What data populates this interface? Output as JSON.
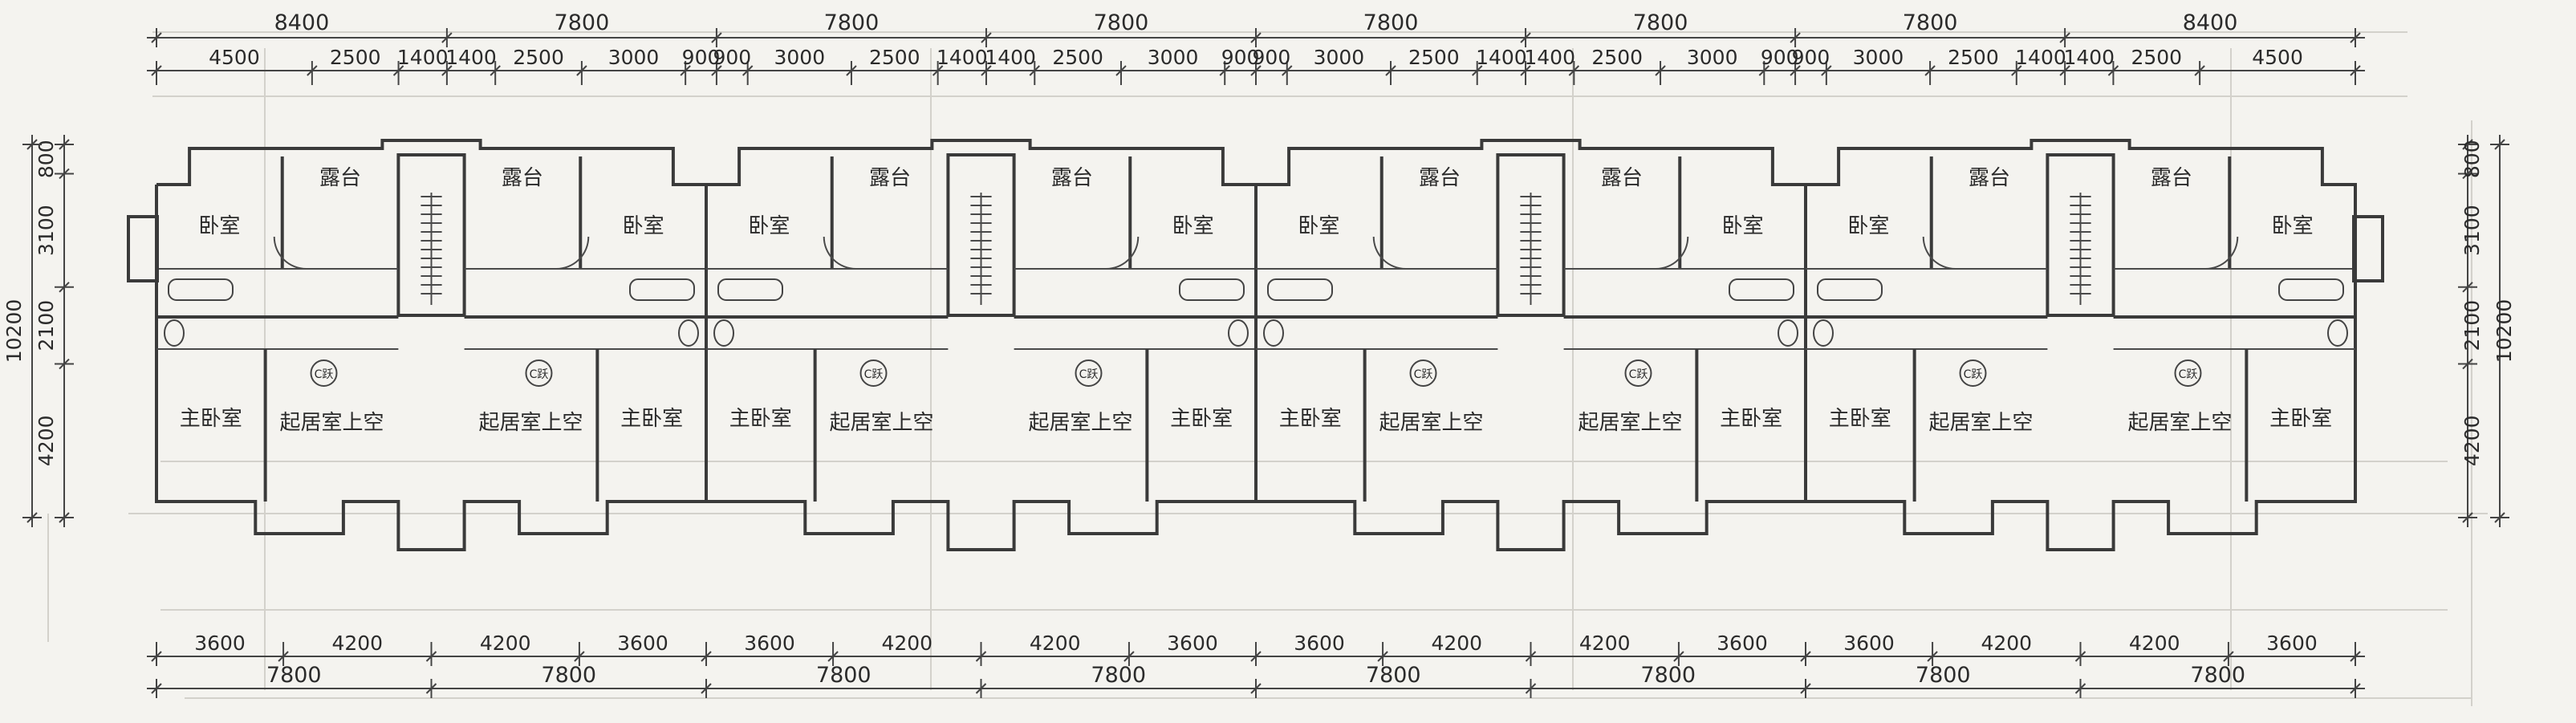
{
  "dimensions": {
    "top_overall": [
      "8400",
      "7800",
      "7800",
      "7800",
      "7800",
      "7800",
      "7800",
      "8400"
    ],
    "top_detail": [
      "4500",
      "2500",
      "1400",
      "1400",
      "2500",
      "3000",
      "900",
      "900",
      "3000",
      "2500",
      "1400",
      "1400",
      "2500",
      "3000",
      "900",
      "900",
      "3000",
      "2500",
      "1400",
      "1400",
      "2500",
      "3000",
      "900",
      "900",
      "3000",
      "2500",
      "1400",
      "1400",
      "2500",
      "4500"
    ],
    "bottom_detail": [
      "3600",
      "4200",
      "4200",
      "3600",
      "3600",
      "4200",
      "4200",
      "3600",
      "3600",
      "4200",
      "4200",
      "3600",
      "3600",
      "4200",
      "4200",
      "3600"
    ],
    "bottom_overall": [
      "7800",
      "7800",
      "7800",
      "7800",
      "7800",
      "7800",
      "7800",
      "7800"
    ],
    "left_detail": [
      "800",
      "3100",
      "2100",
      "4200"
    ],
    "left_total": "10200",
    "right_detail": [
      "800",
      "3100",
      "2100",
      "4200"
    ],
    "right_total": "10200"
  },
  "room_labels": {
    "bedroom": "卧室",
    "terrace": "露台",
    "master_bedroom": "主卧室",
    "living_void": "起居室上空",
    "duplex_tag": "C跃"
  }
}
